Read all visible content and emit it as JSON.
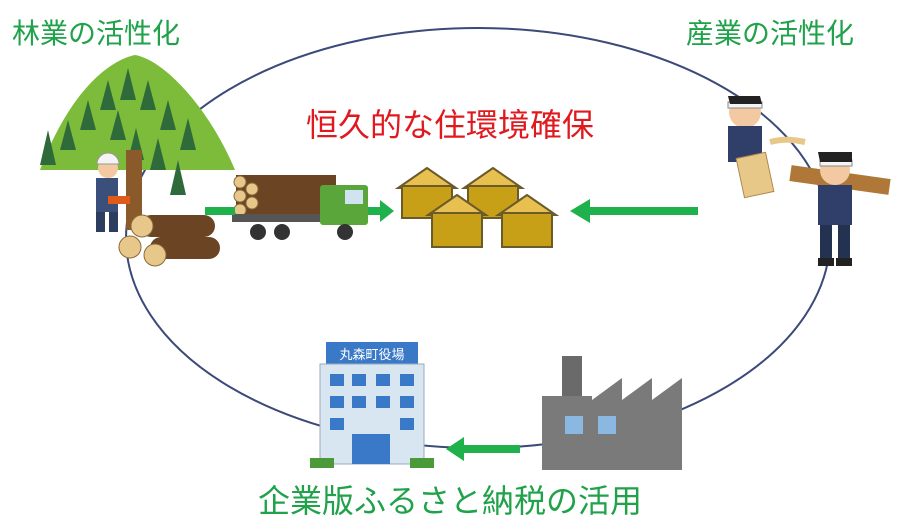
{
  "labels": {
    "forestry": "林業の活性化",
    "industry": "産業の活性化",
    "housing": "恒久的な住環境確保",
    "tax": "企業版ふるさと納税の活用",
    "townhall_sign": "丸森町役場"
  },
  "colors": {
    "green_text": "#1fa24a",
    "red_text": "#e0191f",
    "arrow_green": "#1fb14c",
    "cycle_line": "#3b4a78",
    "house_fill": "#c8a018"
  },
  "icons": [
    "forest-hill-icon",
    "lumberjack-icon",
    "log-pile-icon",
    "log-truck-icon",
    "houses-icon",
    "carpenter-icon",
    "carpenter-carrying-timber-icon",
    "factory-icon",
    "town-hall-icon"
  ]
}
